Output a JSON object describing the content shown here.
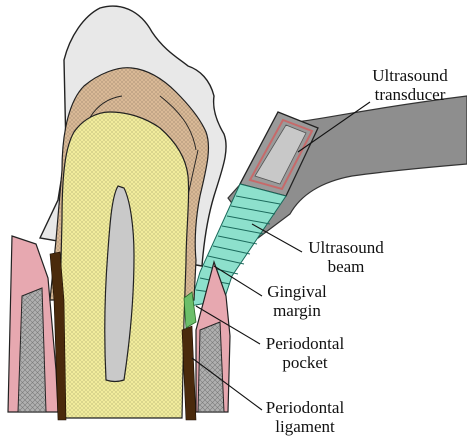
{
  "labels": {
    "transducer": [
      "Ultrasound",
      "transducer"
    ],
    "beam": [
      "Ultrasound",
      "beam"
    ],
    "gingival_margin": [
      "Gingival",
      "margin"
    ],
    "pocket": [
      "Periodontal",
      "pocket"
    ],
    "ligament": [
      "Periodontal",
      "ligament"
    ]
  },
  "colors": {
    "enamel": "#e8e8e8",
    "dentin": "#d9b996",
    "pulp": "#f1ec9c",
    "pulp_canal": "#c9c9c9",
    "gum": "#e7a8b0",
    "bone": "#a8a8a8",
    "ligament": "#4a2a0c",
    "transducer_body": "#8e8e8e",
    "transducer_tip": "#c8c8c8",
    "transducer_rim": "#c66a6a",
    "beam": "#8de0cc",
    "pocket": "#6cbf6a"
  }
}
